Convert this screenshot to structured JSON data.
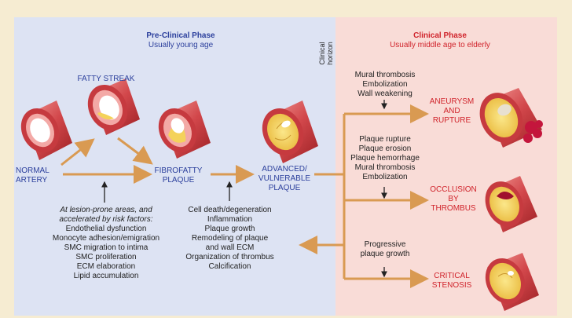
{
  "preclinical": {
    "title": "Pre-Clinical Phase",
    "subtitle": "Usually young age"
  },
  "clinical": {
    "title": "Clinical Phase",
    "subtitle": "Usually middle age to elderly"
  },
  "horizon": {
    "line1": "Clinical",
    "line2": "horizon"
  },
  "stages": {
    "fatty_streak": "FATTY STREAK",
    "normal_artery": [
      "NORMAL",
      "ARTERY"
    ],
    "fibrofatty_plaque": [
      "FIBROFATTY",
      "PLAQUE"
    ],
    "advanced_plaque": [
      "ADVANCED/",
      "VULNERABLE",
      "PLAQUE"
    ]
  },
  "risk_factors": {
    "heading": [
      "At lesion-prone areas, and",
      "accelerated by risk factors:"
    ],
    "items": [
      "Endothelial dysfunction",
      "Monocyte adhesion/emigration",
      "SMC migration to intima",
      "SMC proliferation",
      "ECM elaboration",
      "Lipid accumulation"
    ]
  },
  "progression": [
    "Cell death/degeneration",
    "Inflammation",
    "Plaque growth",
    "Remodeling of plaque",
    "and wall ECM",
    "Organization of thrombus",
    "Calcification"
  ],
  "outcomes": [
    {
      "causes": [
        "Mural thrombosis",
        "Embolization",
        "Wall weakening"
      ],
      "label": [
        "ANEURYSM",
        "AND",
        "RUPTURE"
      ]
    },
    {
      "causes": [
        "Plaque rupture",
        "Plaque erosion",
        "Plaque hemorrhage",
        "Mural thrombosis",
        "Embolization"
      ],
      "label": [
        "OCCLUSION",
        "BY",
        "THROMBUS"
      ]
    },
    {
      "causes": [
        "Progressive",
        "plaque growth"
      ],
      "label": [
        "CRITICAL",
        "STENOSIS"
      ]
    }
  ],
  "colors": {
    "arrow": "#d99a52",
    "wall": "#c63a3f",
    "wall_light": "#f08a88",
    "fat": "#f4d25a",
    "title_blue": "#2b3f9c",
    "title_red": "#d0232b"
  }
}
